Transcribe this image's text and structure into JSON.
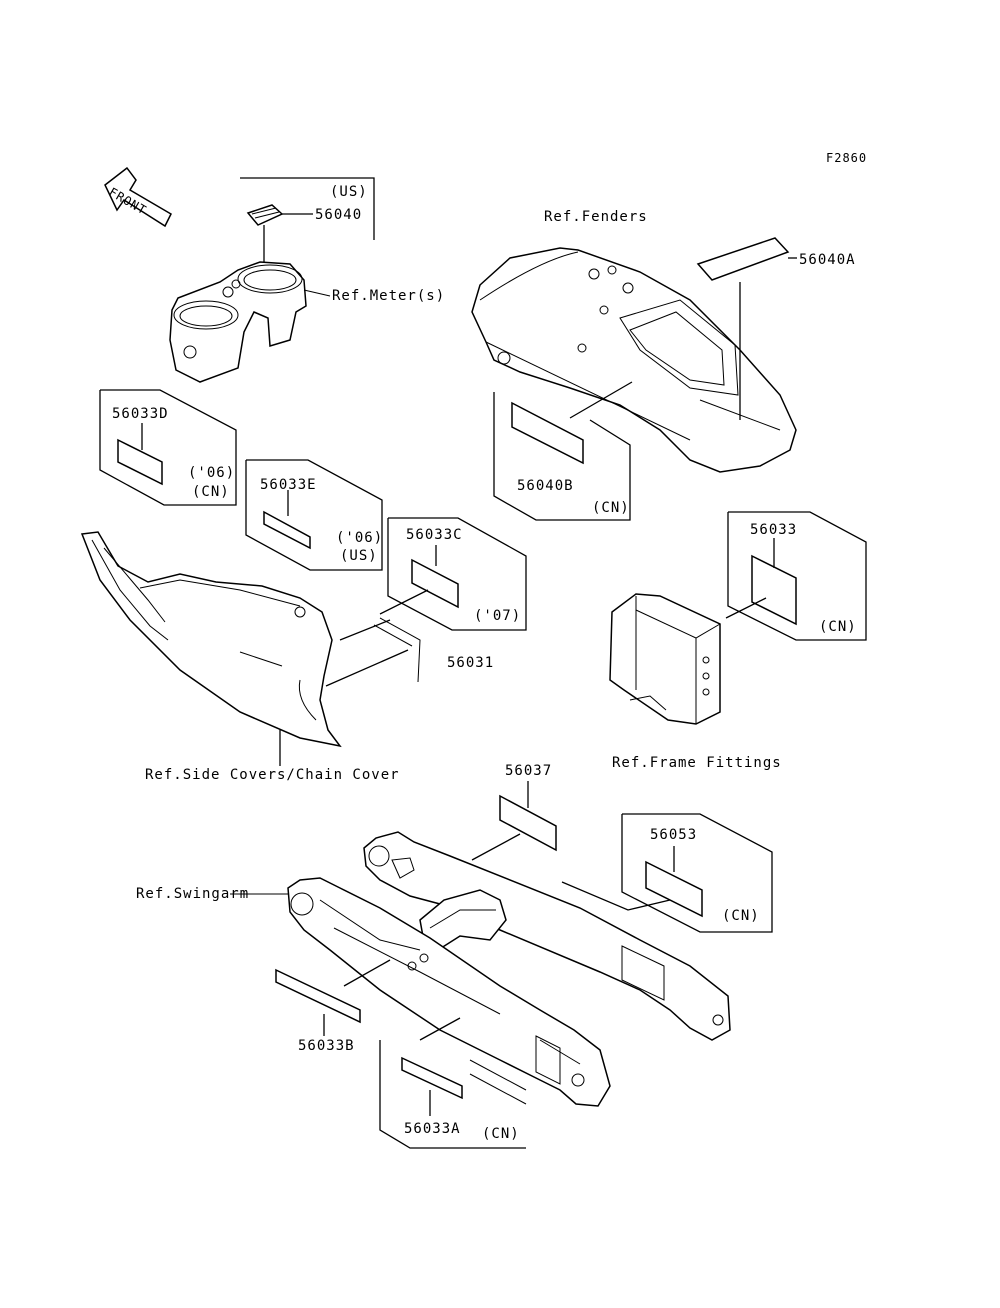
{
  "figure_id": "F2860",
  "front_arrow": {
    "text": "FRONT"
  },
  "parts": {
    "p56040": "56040",
    "p56040A": "56040A",
    "p56040B": "56040B",
    "p56033": "56033",
    "p56033A": "56033A",
    "p56033B": "56033B",
    "p56033C": "56033C",
    "p56033D": "56033D",
    "p56033E": "56033E",
    "p56031": "56031",
    "p56037": "56037",
    "p56053": "56053"
  },
  "refs": {
    "fenders": "Ref.Fenders",
    "meters": "Ref.Meter(s)",
    "side_covers": "Ref.Side Covers/Chain Cover",
    "frame_fittings": "Ref.Frame Fittings",
    "swingarm": "Ref.Swingarm"
  },
  "notes": {
    "us": "(US)",
    "cn": "(CN)",
    "y06": "('06)",
    "y07": "('07)"
  }
}
